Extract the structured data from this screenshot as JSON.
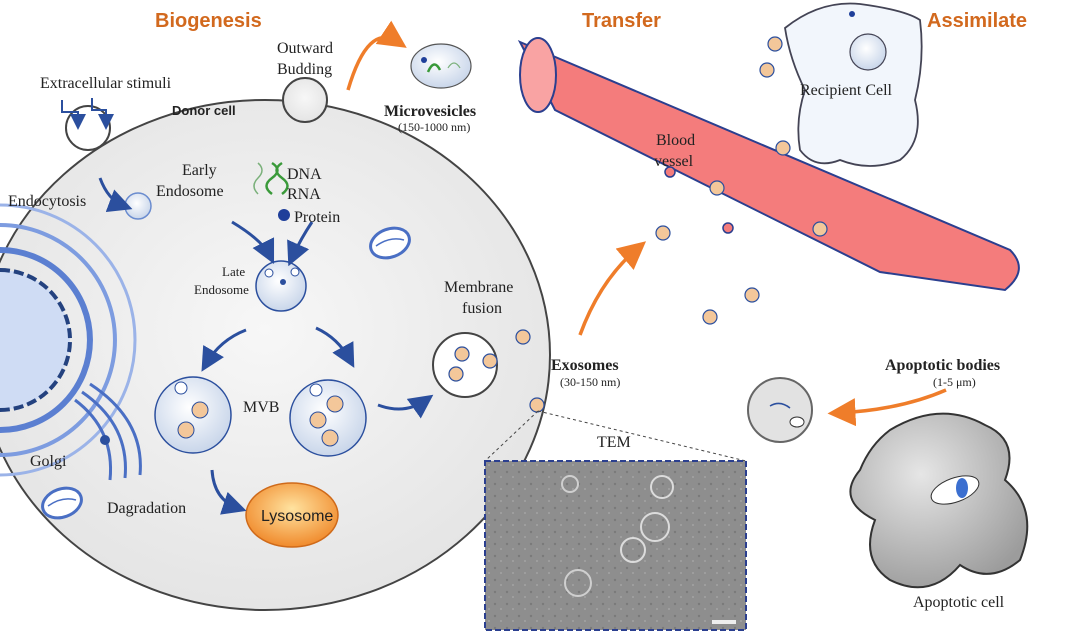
{
  "headers": {
    "biogenesis": "Biogenesis",
    "transfer": "Transfer",
    "assimilate": "Assimilate"
  },
  "labels": {
    "extracellular_stimuli": "Extracellular stimuli",
    "donor_cell": "Donor cell",
    "outward_line1": "Outward",
    "outward_line2": "Budding",
    "microvesicles": "Microvesicles",
    "microvesicles_size": "(150-1000 nm)",
    "endocytosis": "Endocytosis",
    "early_line1": "Early",
    "early_line2": "Endosome",
    "dna": "DNA",
    "rna": "RNA",
    "protein": "Protein",
    "late_line1": "Late",
    "late_line2": "Endosome",
    "mvb": "MVB",
    "golgi": "Golgi",
    "dagradation": "Dagradation",
    "lysosome": "Lysosome",
    "membrane_line1": "Membrane",
    "membrane_line2": "fusion",
    "exosomes": "Exosomes",
    "exosomes_size": "(30-150 nm)",
    "tem": "TEM",
    "blood_line1": "Blood",
    "blood_line2": "vessel",
    "recipient_cell": "Recipient Cell",
    "apoptotic_bodies": "Apoptotic bodies",
    "apoptotic_bodies_size": "(1-5 μm)",
    "apoptotic_cell": "Apoptotic cell"
  },
  "colors": {
    "header": "#d2691e",
    "arrow_blue": "#2b4f9e",
    "arrow_orange": "#ef7d2a",
    "vessel": "#f47c7c",
    "vessel_stroke": "#2b3f8f",
    "exosome_fill": "#f3c79a"
  }
}
